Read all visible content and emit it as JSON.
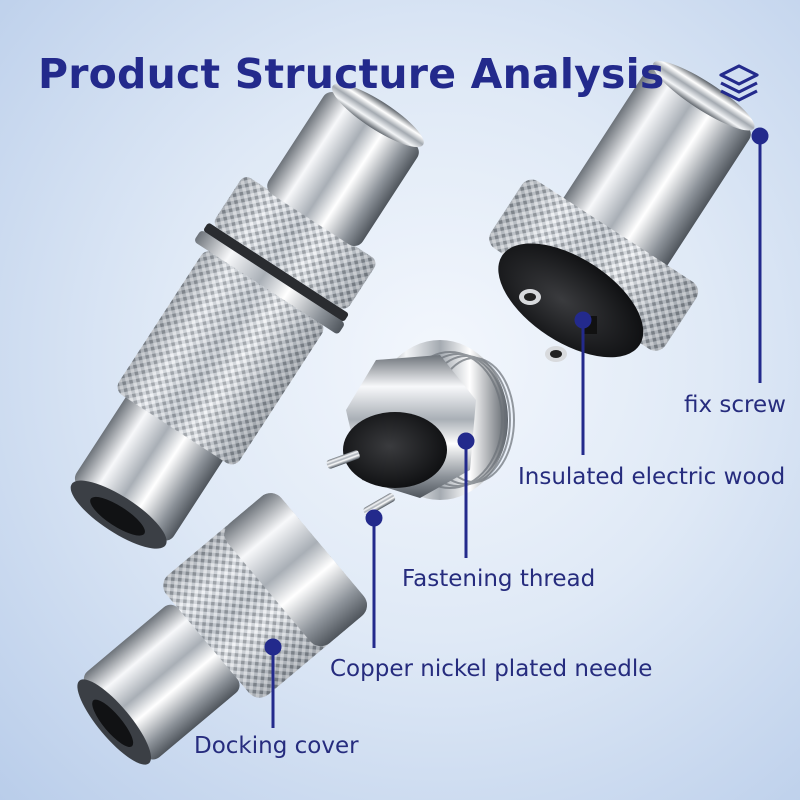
{
  "title": "Product Structure Analysis",
  "icons": {
    "top_right": "layers-icon"
  },
  "colors": {
    "title": "#232a8c",
    "label": "#262c7e",
    "leader": "#232a8c",
    "background": "#dfe9f6"
  },
  "callouts": {
    "fix_screw": "fix screw",
    "insulated_wood": "Insulated electric wood",
    "fastening_thread": "Fastening thread",
    "copper_needle": "Copper nickel plated needle",
    "docking_cover": "Docking cover"
  }
}
